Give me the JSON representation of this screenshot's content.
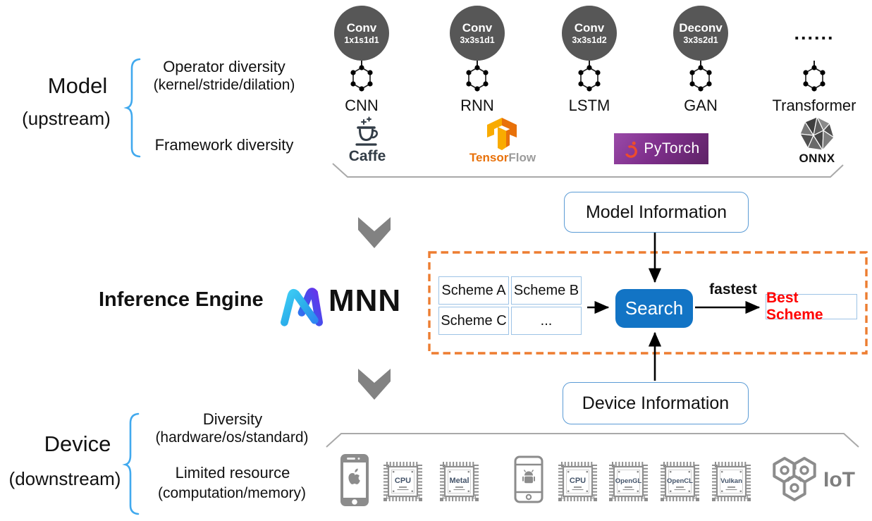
{
  "colors": {
    "dashed_region_orange": "#ED7D31",
    "search_button_blue": "#1274C5",
    "info_box_border_blue": "#5B9BD5",
    "scheme_border_blue": "#9DC3E6",
    "best_scheme_red": "#FF0000",
    "brace_blue": "#41A9EE",
    "operator_circle_gray": "#575757",
    "device_icon_gray": "#8C8C8C",
    "chip_label_navy": "#44546A",
    "pytorch_purple": "#7F2F8C",
    "pytorch_flame_orange": "#EE4C2C",
    "tensorflow_orange": "#E8710A",
    "tensorflow_amber": "#F9AB00",
    "caffe_navy": "#323C46"
  },
  "model_section": {
    "title": "Model",
    "subtitle": "(upstream)",
    "operator_diversity": "Operator diversity",
    "operator_diversity_sub": "(kernel/stride/dilation)",
    "framework_diversity": "Framework diversity",
    "operators": [
      {
        "name": "Conv",
        "params": "1x1s1d1",
        "network": "CNN"
      },
      {
        "name": "Conv",
        "params": "3x3s1d1",
        "network": "RNN"
      },
      {
        "name": "Conv",
        "params": "3x3s1d2",
        "network": "LSTM"
      },
      {
        "name": "Deconv",
        "params": "3x3s2d1",
        "network": "GAN"
      },
      {
        "name": "......",
        "params": "",
        "network": "Transformer"
      }
    ],
    "frameworks": {
      "caffe": "Caffe",
      "tensor": "Tensor",
      "flow": "Flow",
      "pytorch": "PyTorch",
      "onnx": "ONNX"
    }
  },
  "engine": {
    "label": "Inference Engine",
    "logo_text": "MNN",
    "model_info": "Model Information",
    "device_info": "Device Information",
    "schemes": [
      "Scheme A",
      "Scheme B",
      "Scheme C",
      "..."
    ],
    "search": "Search",
    "fastest": "fastest",
    "best_scheme": "Best Scheme"
  },
  "device_section": {
    "title": "Device",
    "subtitle": "(downstream)",
    "diversity": "Diversity",
    "diversity_sub": "(hardware/os/standard)",
    "limited_resource": "Limited resource",
    "limited_resource_sub": "(computation/memory)",
    "ios_chips": [
      "CPU",
      "Metal"
    ],
    "android_chips": [
      "CPU",
      "OpenGL",
      "OpenCL",
      "Vulkan"
    ],
    "iot": "IoT"
  }
}
